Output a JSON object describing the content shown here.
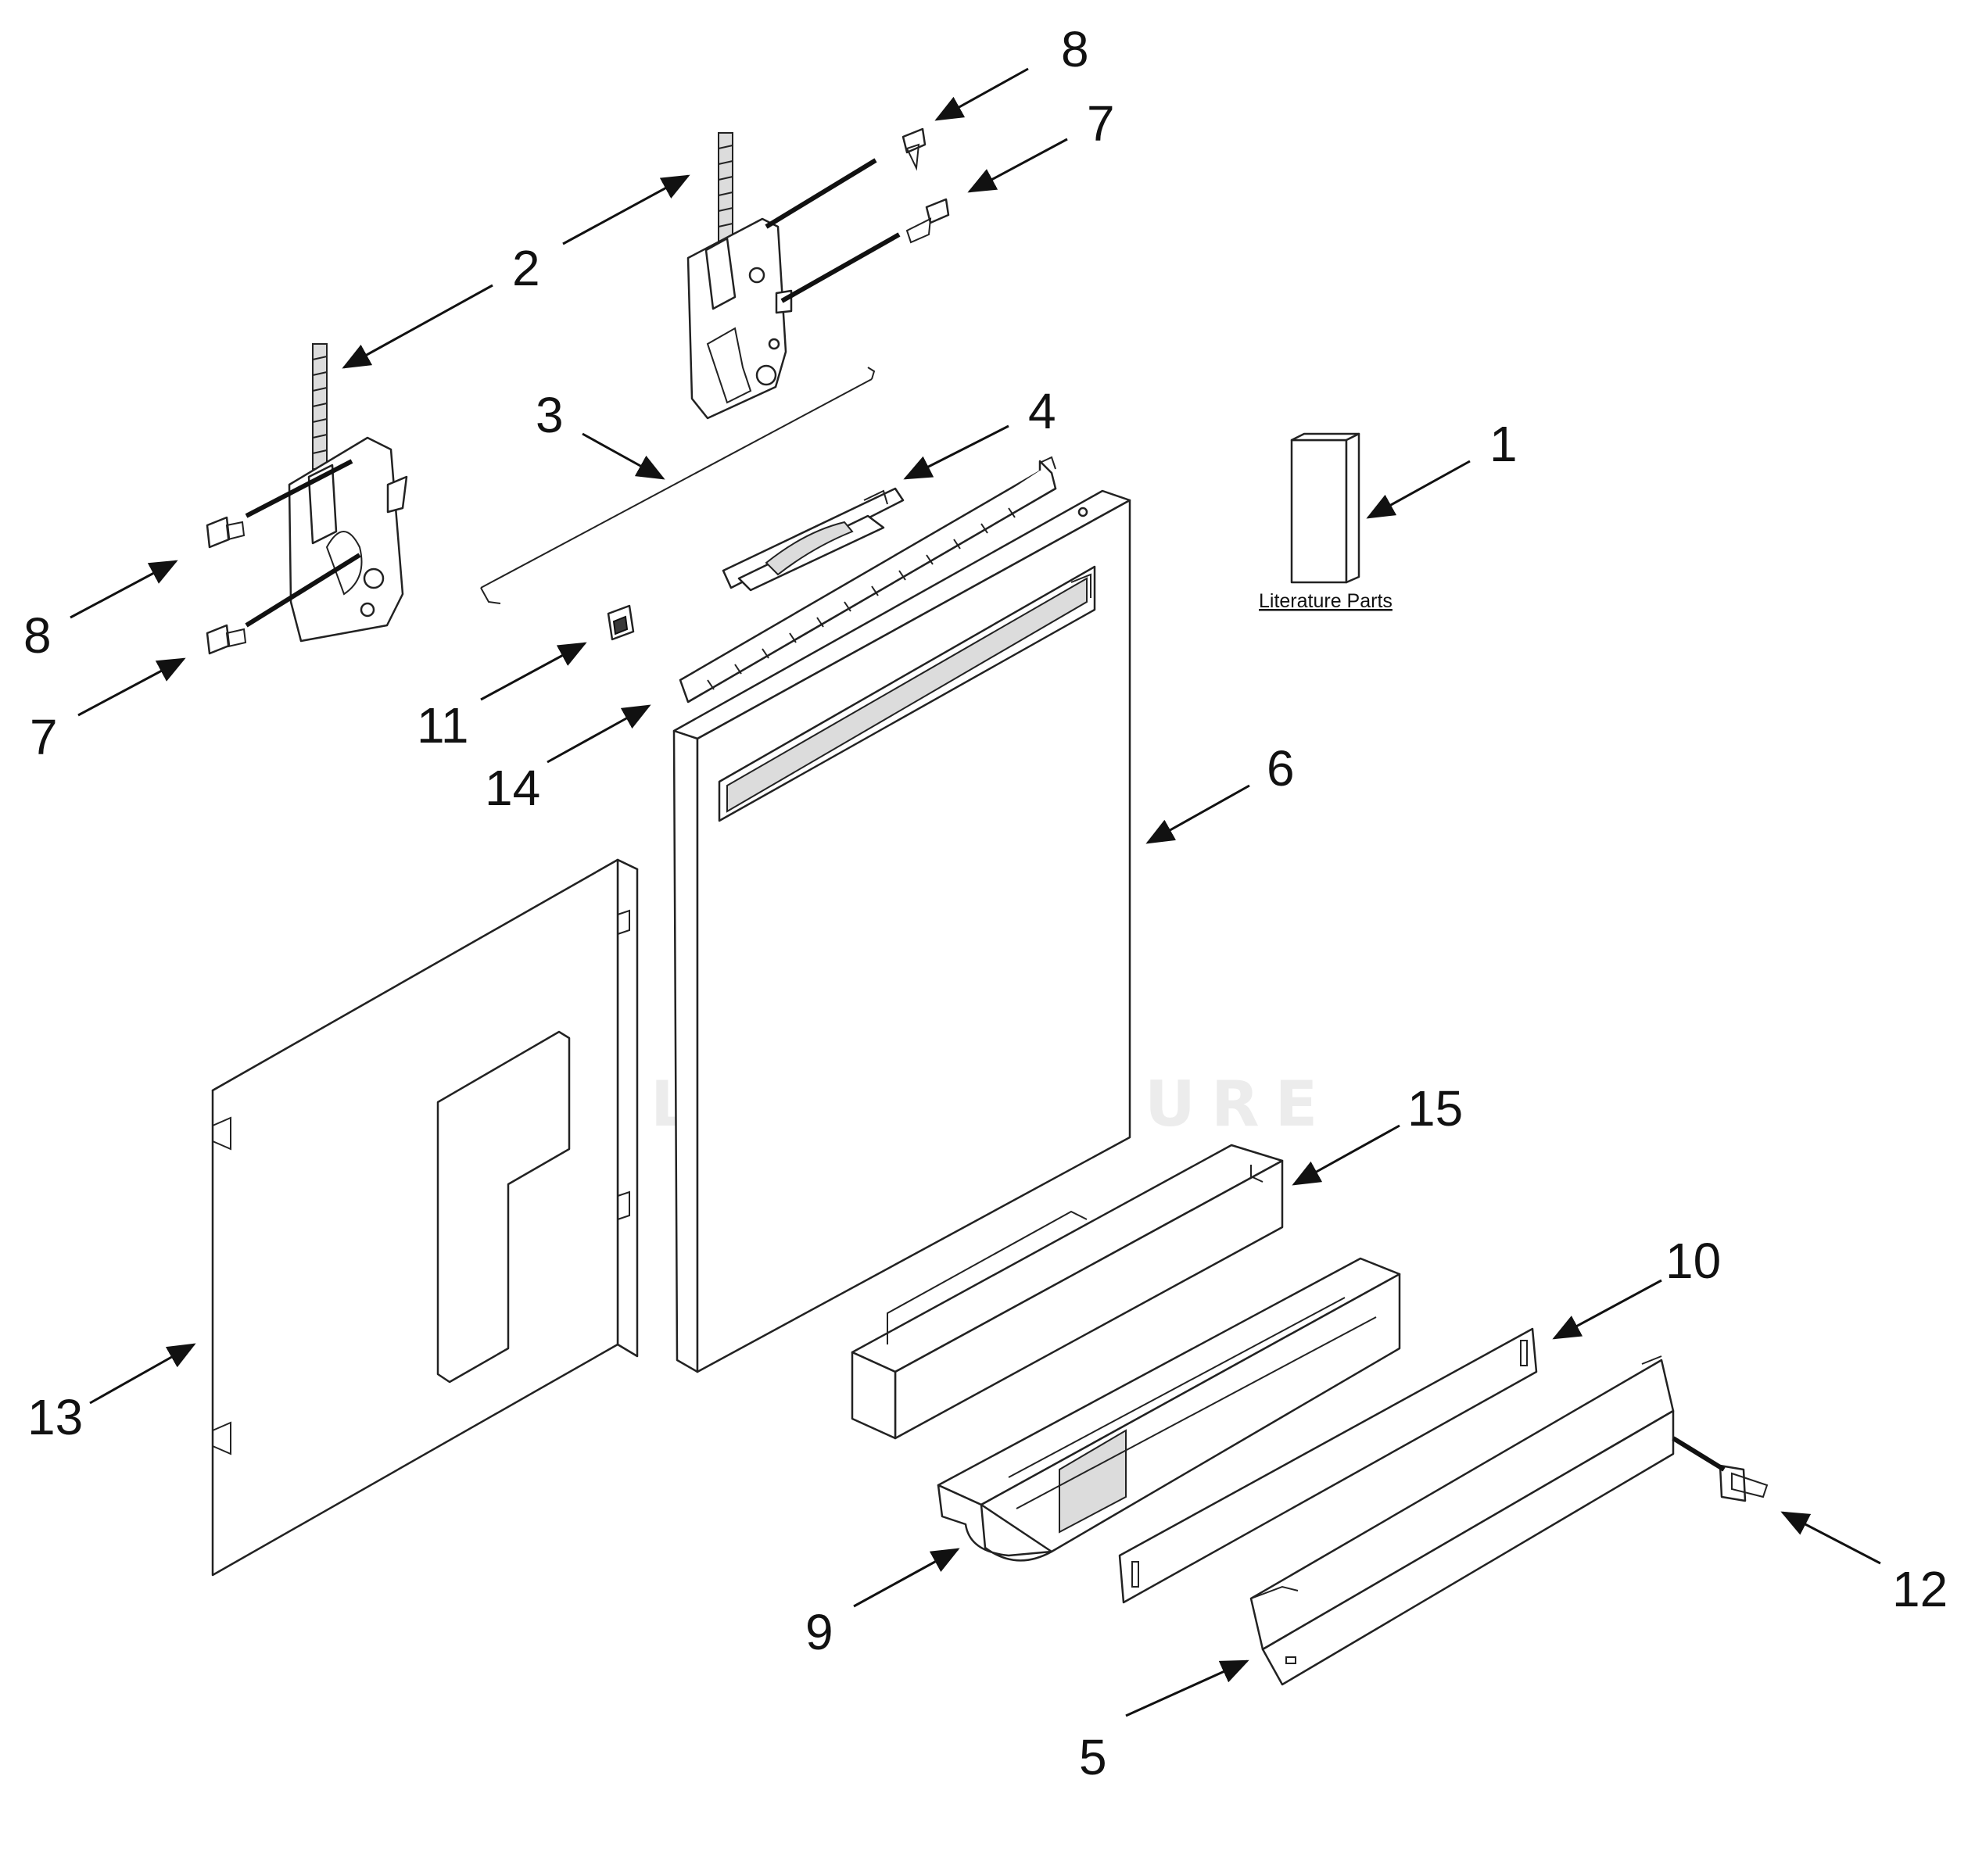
{
  "diagram": {
    "callouts": [
      "8",
      "7",
      "2",
      "3",
      "4",
      "1",
      "8",
      "7",
      "11",
      "14",
      "6",
      "15",
      "10",
      "13",
      "12",
      "9",
      "5"
    ],
    "literature_label": "Literature Parts",
    "watermark": "LEADVENTURE",
    "colors": {
      "line": "#111111",
      "shade": "#dcdcdc",
      "watermark": "#ececec"
    }
  }
}
